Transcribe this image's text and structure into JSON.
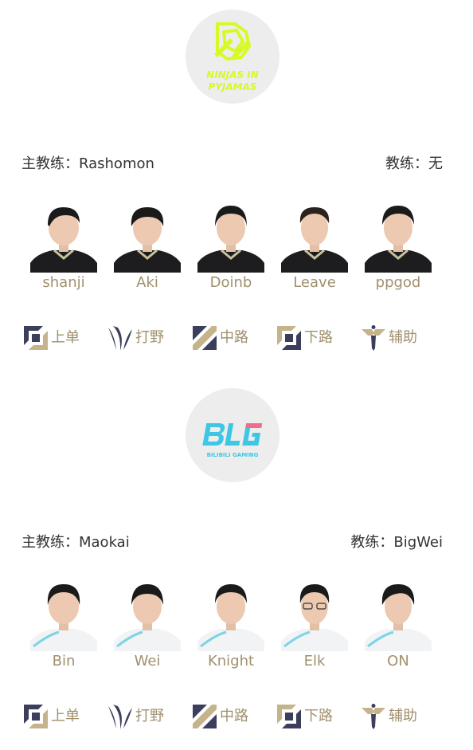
{
  "colors": {
    "name_text": "#a0906d",
    "coach_text": "#333333",
    "logo_circle": "#ededed",
    "nip_brand": "#d7fa26",
    "blg_cyan": "#3ec7e5",
    "blg_pink": "#ee6f8c",
    "role_navy": "#3b3f5c",
    "role_gold": "#c5b48b"
  },
  "teams": [
    {
      "logo": {
        "icon": "ninjas-in-pyjamas-logo",
        "line1": "NINJAS IN",
        "line2": "PYJAMAS"
      },
      "head_coach": "主教练：Rashomon",
      "coach": "教练：无",
      "players": [
        {
          "name": "shanji"
        },
        {
          "name": "Aki"
        },
        {
          "name": "Doinb"
        },
        {
          "name": "Leave"
        },
        {
          "name": "ppgod"
        }
      ],
      "roles": [
        {
          "icon": "top-lane-icon",
          "label": "上单"
        },
        {
          "icon": "jungle-icon",
          "label": "打野"
        },
        {
          "icon": "mid-lane-icon",
          "label": "中路"
        },
        {
          "icon": "bot-lane-icon",
          "label": "下路"
        },
        {
          "icon": "support-icon",
          "label": "辅助"
        }
      ]
    },
    {
      "logo": {
        "icon": "bilibili-gaming-logo",
        "mark": "BLG",
        "subtitle": "BILIBILI GAMING"
      },
      "head_coach": "主教练：Maokai",
      "coach": "教练：BigWei",
      "players": [
        {
          "name": "Bin"
        },
        {
          "name": "Wei"
        },
        {
          "name": "Knight"
        },
        {
          "name": "Elk"
        },
        {
          "name": "ON"
        }
      ],
      "roles": [
        {
          "icon": "top-lane-icon",
          "label": "上单"
        },
        {
          "icon": "jungle-icon",
          "label": "打野"
        },
        {
          "icon": "mid-lane-icon",
          "label": "中路"
        },
        {
          "icon": "bot-lane-icon",
          "label": "下路"
        },
        {
          "icon": "support-icon",
          "label": "辅助"
        }
      ]
    }
  ]
}
